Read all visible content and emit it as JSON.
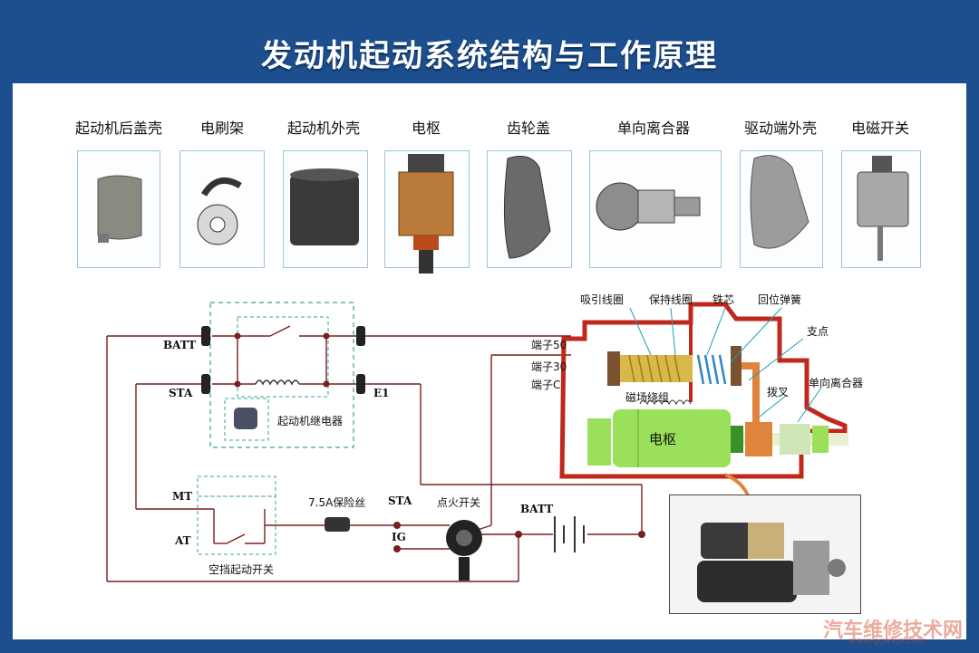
{
  "title": "发动机起动系统结构与工作原理",
  "components": [
    {
      "label": "起动机后盖壳"
    },
    {
      "label": "电刷架"
    },
    {
      "label": "起动机外壳"
    },
    {
      "label": "电枢"
    },
    {
      "label": "齿轮盖"
    },
    {
      "label": "单向离合器"
    },
    {
      "label": "驱动端外壳"
    },
    {
      "label": "电磁开关"
    }
  ],
  "relay": {
    "batt": "BATT",
    "sta": "STA",
    "e1": "E1",
    "name": "起动机继电器"
  },
  "switch_panel": {
    "mt": "MT",
    "at": "AT",
    "name": "空挡起动开关"
  },
  "fuse": "7.5A保险丝",
  "ignition": {
    "sta": "STA",
    "ig": "IG",
    "name": "点火开关"
  },
  "battery": "BATT",
  "starter": {
    "terminal50": "端子50",
    "terminal30": "端子30",
    "terminalC": "端子C",
    "pull_in_coil": "吸引线圈",
    "hold_coil": "保持线圈",
    "core": "铁芯",
    "return_spring": "回位弹簧",
    "pivot": "支点",
    "fork": "拨叉",
    "clutch": "单向离合器",
    "field_winding": "磁场绕组",
    "armature": "电枢"
  },
  "watermark": {
    "text": "汽车维修技术网",
    "url": "www.qcwxjs.com"
  },
  "colors": {
    "frame": "#1d4f8f",
    "wire": "#7a1f1f",
    "starter_outline": "#c0281c",
    "armature": "#9be05a",
    "coil": "#d9b84a",
    "dashed_box": "#3aa58f"
  }
}
